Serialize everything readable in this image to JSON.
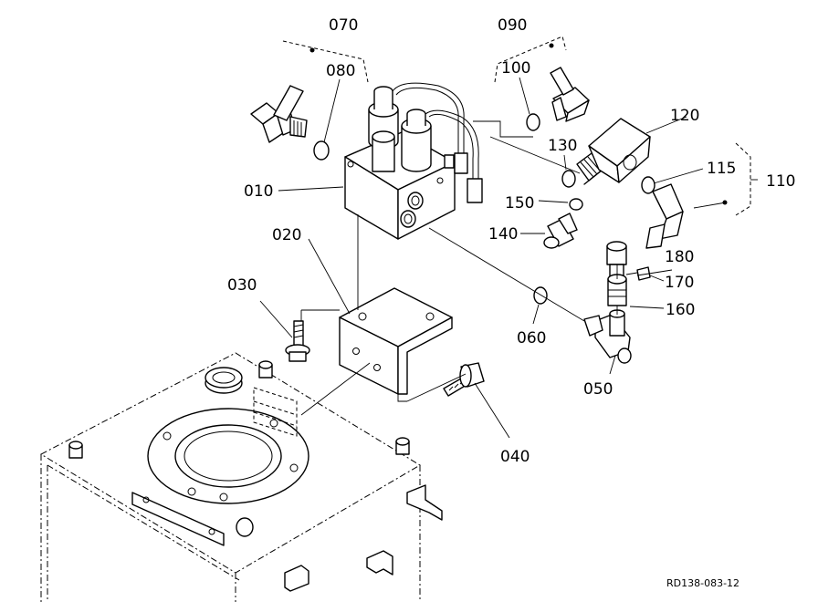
{
  "diagram": {
    "labels": {
      "p010": "010",
      "p020": "020",
      "p030": "030",
      "p040": "040",
      "p050": "050",
      "p060": "060",
      "p070": "070",
      "p080": "080",
      "p090": "090",
      "p100": "100",
      "p110": "110",
      "p115": "115",
      "p120": "120",
      "p130": "130",
      "p140": "140",
      "p150": "150",
      "p160": "160",
      "p170": "170",
      "p180": "180"
    },
    "reference_code": "RD138-083-12"
  }
}
